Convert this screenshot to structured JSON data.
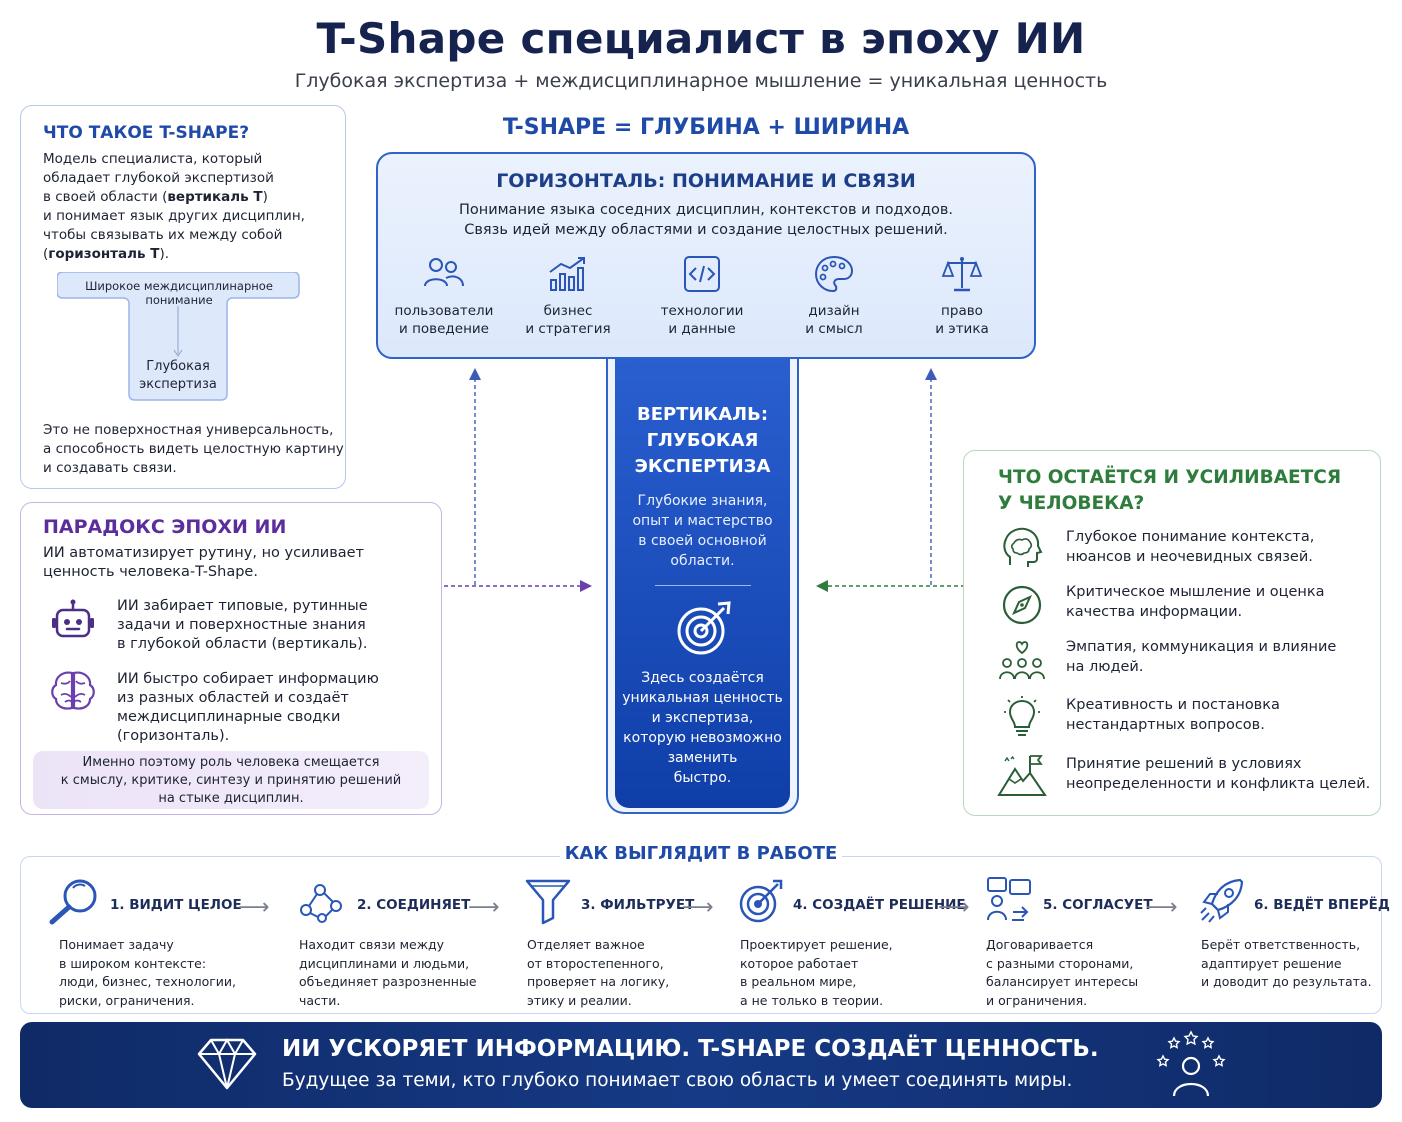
{
  "header": {
    "title": "T-Shape специалист в эпоху ИИ",
    "subtitle": "Глубокая экспертиза + междисциплинарное мышление = уникальная ценность"
  },
  "what": {
    "heading": "ЧТО ТАКОЕ T-SHAPE?",
    "line1": "Модель специалиста, который",
    "line2": "обладает глубокой экспертизой",
    "line3_pre": "в своей области (",
    "line3_bold": "вертикаль T",
    "line3_post": ")",
    "line4": "и понимает язык других дисциплин,",
    "line5": "чтобы связывать их между собой",
    "line6_pre": "(",
    "line6_bold": "горизонталь T",
    "line6_post": ").",
    "diagram_top": "Широкое междисциплинарное понимание",
    "diagram_bottom_1": "Глубокая",
    "diagram_bottom_2": "экспертиза",
    "footer1": "Это не поверхностная универсальность,",
    "footer2": "а способность видеть целостную картину",
    "footer3": "и создавать связи."
  },
  "paradox": {
    "heading": "ПАРАДОКС ЭПОХИ ИИ",
    "intro1": "ИИ автоматизирует рутину, но усиливает",
    "intro2": "ценность человека-T-Shape.",
    "item1_1": "ИИ забирает типовые, рутинные",
    "item1_2": "задачи и поверхностные знания",
    "item1_3": "в глубокой области (вертикаль).",
    "item2_1": "ИИ быстро собирает информацию",
    "item2_2": "из разных областей и создаёт",
    "item2_3": "междисциплинарные сводки",
    "item2_4": "(горизонталь).",
    "note1": "Именно поэтому роль человека смещается",
    "note2": "к смыслу, критике, синтезу и принятию решений",
    "note3": "на стыке дисциплин."
  },
  "tshape": {
    "label": "T-SHAPE = ГЛУБИНА + ШИРИНА",
    "h_heading": "ГОРИЗОНТАЛЬ: ПОНИМАНИЕ И СВЯЗИ",
    "h_desc1": "Понимание языка соседних дисциплин, контекстов и подходов.",
    "h_desc2": "Связь идей между областями и создание целостных решений.",
    "areas": [
      {
        "l1": "пользователи",
        "l2": "и поведение",
        "icon": "users-icon"
      },
      {
        "l1": "бизнес",
        "l2": "и стратегия",
        "icon": "chart-growth-icon"
      },
      {
        "l1": "технологии",
        "l2": "и данные",
        "icon": "code-icon"
      },
      {
        "l1": "дизайн",
        "l2": "и смысл",
        "icon": "palette-icon"
      },
      {
        "l1": "право",
        "l2": "и этика",
        "icon": "scales-icon"
      }
    ],
    "v_heading1": "ВЕРТИКАЛЬ:",
    "v_heading2": "ГЛУБОКАЯ",
    "v_heading3": "ЭКСПЕРТИЗА",
    "v_desc1": "Глубокие знания,",
    "v_desc2": "опыт и мастерство",
    "v_desc3": "в своей основной",
    "v_desc4": "области.",
    "v_value1": "Здесь создаётся",
    "v_value2": "уникальная ценность",
    "v_value3": "и экспертиза,",
    "v_value4": "которую невозможно",
    "v_value5": "заменить",
    "v_value6": "быстро."
  },
  "human": {
    "heading1": "ЧТО ОСТАЁТСЯ И УСИЛИВАЕТСЯ",
    "heading2": "У ЧЕЛОВЕКА?",
    "items": [
      {
        "l1": "Глубокое понимание контекста,",
        "l2": "нюансов и неочевидных связей.",
        "icon": "brain-head-icon"
      },
      {
        "l1": "Критическое мышление и оценка",
        "l2": "качества информации.",
        "icon": "compass-icon"
      },
      {
        "l1": "Эмпатия, коммуникация и влияние",
        "l2": "на людей.",
        "icon": "people-heart-icon"
      },
      {
        "l1": "Креативность и постановка",
        "l2": "нестандартных вопросов.",
        "icon": "lightbulb-icon"
      },
      {
        "l1": "Принятие решений в условиях",
        "l2": "неопределенности и конфликта целей.",
        "icon": "mountain-flag-icon"
      }
    ]
  },
  "work": {
    "title": "КАК ВЫГЛЯДИТ В РАБОТЕ",
    "steps": [
      {
        "title": "1. ВИДИТ ЦЕЛОЕ",
        "d1": "Понимает задачу",
        "d2": "в широком контексте:",
        "d3": "люди, бизнес, технологии,",
        "d4": "риски, ограничения.",
        "icon": "magnifier-icon"
      },
      {
        "title": "2. СОЕДИНЯЕТ",
        "d1": "Находит связи между",
        "d2": "дисциплинами и людьми,",
        "d3": "объединяет разрозненные",
        "d4": "части.",
        "icon": "network-icon"
      },
      {
        "title": "3. ФИЛЬТРУЕТ",
        "d1": "Отделяет важное",
        "d2": "от второстепенного,",
        "d3": "проверяет на логику,",
        "d4": "этику и реалии.",
        "icon": "funnel-icon"
      },
      {
        "title": "4. СОЗДАЁТ РЕШЕНИЕ",
        "d1": "Проектирует решение,",
        "d2": "которое работает",
        "d3": "в реальном мире,",
        "d4": "а не только в теории.",
        "icon": "target-icon"
      },
      {
        "title": "5. СОГЛАСУЕТ",
        "d1": "Договаривается",
        "d2": "с разными сторонами,",
        "d3": "балансирует интересы",
        "d4": "и ограничения.",
        "icon": "dialogue-icon"
      },
      {
        "title": "6. ВЕДЁТ ВПЕРЁД",
        "d1": "Берёт ответственность,",
        "d2": "адаптирует решение",
        "d3": "и доводит до результата.",
        "d4": "",
        "icon": "rocket-icon"
      }
    ]
  },
  "banner": {
    "title": "ИИ УСКОРЯЕТ ИНФОРМАЦИЮ. T-SHAPE СОЗДАЁТ ЦЕННОСТЬ.",
    "subtitle": "Будущее за теми, кто глубоко понимает свою область и умеет соединять миры."
  },
  "colors": {
    "brand_blue": "#1f4aa8",
    "navy": "#16234f",
    "purple": "#5b2e9b",
    "green": "#2f7d3d"
  }
}
